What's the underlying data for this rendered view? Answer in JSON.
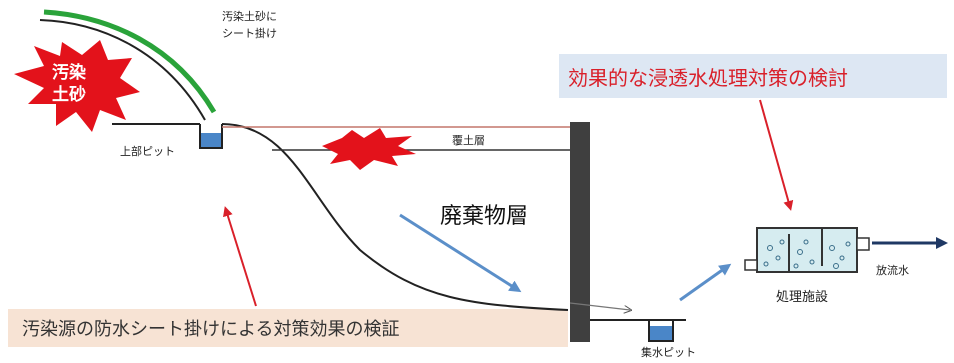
{
  "labels": {
    "contaminated_soil": [
      "汚染",
      "土砂"
    ],
    "sheet_cover_note": [
      "汚染土砂に",
      "シート掛け"
    ],
    "upper_pit": "上部ピット",
    "cover_soil_layer": "覆土層",
    "waste_layer": "廃棄物層",
    "collection_pit": "集水ピット",
    "treatment_facility": "処理施設",
    "discharge_water": "放流水"
  },
  "headlines": {
    "top_right": "効果的な浸透水処理対策の検討",
    "bottom_left": "汚染源の防水シート掛けによる対策効果の検証"
  },
  "colors": {
    "explosion_red": "#e3121b",
    "sheet_green": "#2aa33a",
    "headline_red": "#d9202a",
    "water_blue": "#4a86c8",
    "flow_arrow_blue": "#5b8fc9",
    "wall_dark": "#3f3f3f",
    "box_blue": "#dde7f3",
    "box_peach": "#f7e3d4",
    "arrow_navy": "#1f3864"
  }
}
